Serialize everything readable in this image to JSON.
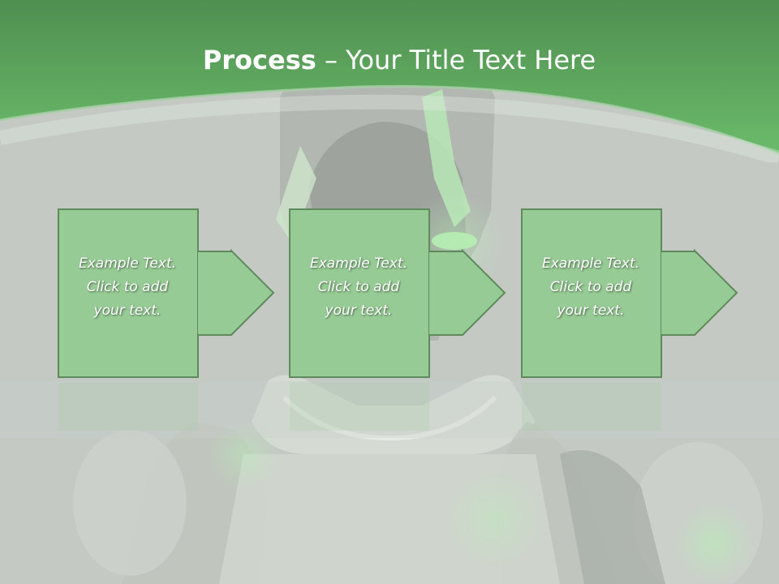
{
  "slide": {
    "title_bold": "Process",
    "title_rest": " – Your Title Text Here",
    "steps": [
      {
        "lines": [
          "Example Text.",
          "Click  to add",
          "your text."
        ]
      },
      {
        "lines": [
          "Example Text.",
          "Click  to add",
          "your text."
        ]
      },
      {
        "lines": [
          "Example Text.",
          "Click  to add",
          "your text."
        ]
      }
    ]
  },
  "colors": {
    "header_green": "#5fae5f",
    "box_fill": "#97cb95",
    "box_stroke": "#5f8a5c",
    "background": "#c6cbc6"
  }
}
